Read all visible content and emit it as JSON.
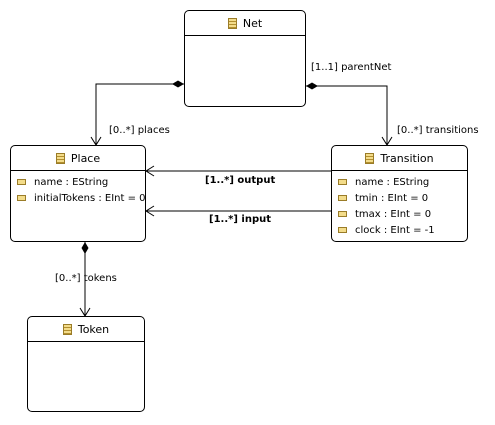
{
  "classes": {
    "net": {
      "name": "Net",
      "attributes": []
    },
    "place": {
      "name": "Place",
      "attributes": [
        "name : EString",
        "initialTokens : EInt = 0"
      ]
    },
    "transition": {
      "name": "Transition",
      "attributes": [
        "name : EString",
        "tmin : EInt = 0",
        "tmax : EInt = 0",
        "clock : EInt = -1"
      ]
    },
    "token": {
      "name": "Token",
      "attributes": []
    }
  },
  "edges": {
    "parent_net": "[1..1] parentNet",
    "places": "[0..*] places",
    "transitions": "[0..*] transitions",
    "output": "[1..*] output",
    "input": "[1..*] input",
    "tokens": "[0..*] tokens"
  },
  "icons": {
    "class": "eclass-icon",
    "attribute": "eattribute-icon"
  }
}
